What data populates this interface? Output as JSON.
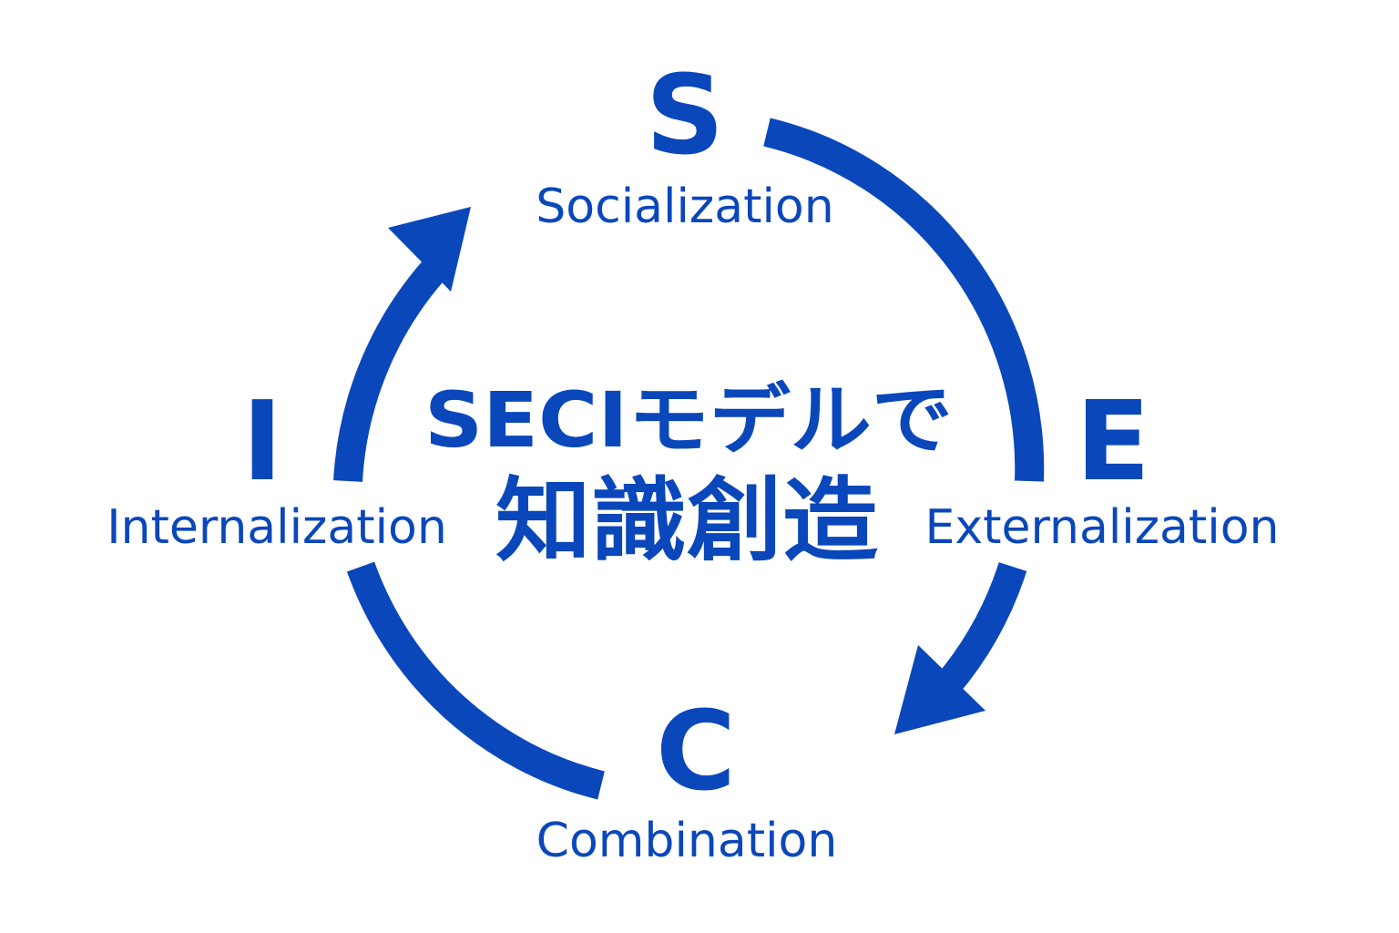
{
  "color": "#0a47bb",
  "stages": {
    "s": {
      "letter": "S",
      "label": "Socialization"
    },
    "e": {
      "letter": "E",
      "label": "Externalization"
    },
    "c": {
      "letter": "C",
      "label": "Combination"
    },
    "i": {
      "letter": "I",
      "label": "Internalization"
    }
  },
  "center": {
    "line1": "SECIモデルで",
    "line2": "知識創造"
  }
}
